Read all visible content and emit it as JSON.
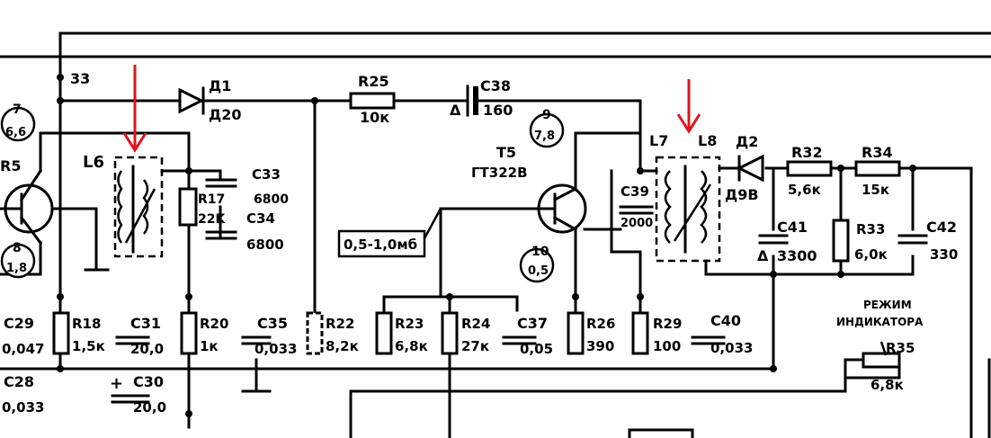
{
  "diagram": {
    "colors": {
      "ink": "#000000",
      "arrow": "#e0141e"
    },
    "labels": {
      "node33": "33",
      "d1": "Д1",
      "d1_type": "Д20",
      "r25": "R25",
      "r25_val": "10к",
      "c38": "C38",
      "c38_val": "160",
      "c38_mark": "Δ",
      "node7": "7",
      "v7": "6,6",
      "r5": "R5",
      "l6": "L6",
      "c33": "C33",
      "c33_val": "6800",
      "r17": "R17",
      "r17_val": "22K",
      "c34": "C34",
      "c34_val": "6800",
      "node8": "8",
      "v8": "1,8",
      "node9": "9",
      "v9": "7,8",
      "t5": "Т5",
      "t5_type": "ГТ322В",
      "c39": "C39",
      "c39_val": "2000",
      "l7": "L7",
      "l8": "L8",
      "d2": "Д2",
      "d2_type": "Д9В",
      "r32": "R32",
      "r32_val": "5,6к",
      "r34": "R34",
      "r34_val": "15к",
      "r33": "R33",
      "r33_val": "6,0к",
      "c41": "C41",
      "c41_val": "3300",
      "c41_mark": "Δ",
      "c42": "C42",
      "c42_val": "330",
      "box_label": "0,5-1,0мб",
      "node10": "10",
      "v10": "0,5",
      "c29": "C29",
      "c29_val": "0,047",
      "r18": "R18",
      "r18_val": "1,5к",
      "c31": "C31",
      "c31_val": "20,0",
      "r20": "R20",
      "r20_val": "1к",
      "c35": "C35",
      "c35_val": "0,033",
      "r22": "R22",
      "r22_val": "8,2к",
      "r23": "R23",
      "r23_val": "6,8к",
      "r24": "R24",
      "r24_val": "27к",
      "c37": "C37",
      "c37_val": "0,05",
      "r26": "R26",
      "r26_val": "390",
      "r29": "R29",
      "r29_val": "100",
      "c40": "C40",
      "c40_val": "0,033",
      "mode_line1": "РЕЖИМ",
      "mode_line2": "ИНДИКАТОРА",
      "r35": "R35",
      "r35_val": "6,8к",
      "c28": "C28",
      "c28_val": "0,033",
      "c30": "C30",
      "c30_val": "20,0",
      "plus": "+"
    }
  }
}
